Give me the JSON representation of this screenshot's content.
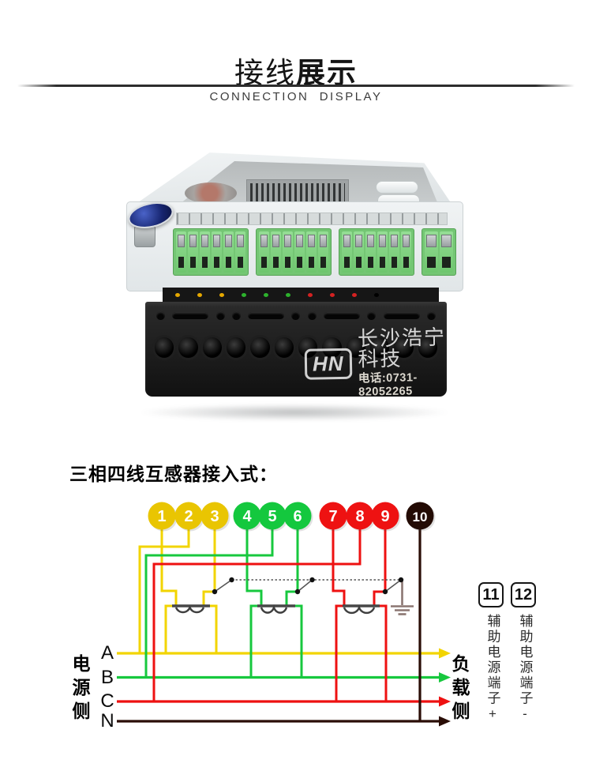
{
  "header": {
    "title_zh_1": "接线",
    "title_zh_2": "展示",
    "subtitle_en": "CONNECTION  DISPLAY"
  },
  "photo": {
    "watermark_logo": "HN",
    "watermark_company": "长沙浩宁科技",
    "watermark_phone": "电话:0731-82052265"
  },
  "section": {
    "heading": "三相四线互感器接入式："
  },
  "diagram": {
    "terminal_circles": [
      {
        "label": "1",
        "color": "#e9c502"
      },
      {
        "label": "2",
        "color": "#e9c502"
      },
      {
        "label": "3",
        "color": "#e9c502"
      },
      {
        "label": "4",
        "color": "#14c83e"
      },
      {
        "label": "5",
        "color": "#14c83e"
      },
      {
        "label": "6",
        "color": "#14c83e"
      },
      {
        "label": "7",
        "color": "#ee1212"
      },
      {
        "label": "8",
        "color": "#ee1212"
      },
      {
        "label": "9",
        "color": "#ee1212"
      },
      {
        "label": "10",
        "color": "#230b04"
      }
    ],
    "phase_lines": [
      {
        "label": "A",
        "color": "#f2d400"
      },
      {
        "label": "B",
        "color": "#17c83e"
      },
      {
        "label": "C",
        "color": "#ee1111"
      },
      {
        "label": "N",
        "color": "#2a0d06"
      }
    ],
    "source_side_label": "电源侧",
    "load_side_label": "负载侧",
    "aux_terminals": [
      {
        "label": "11",
        "caption": "辅助电源端子+"
      },
      {
        "label": "12",
        "caption": "辅助电源端子-"
      }
    ],
    "link_color": "#555555",
    "ground_color": "#8b7672"
  }
}
